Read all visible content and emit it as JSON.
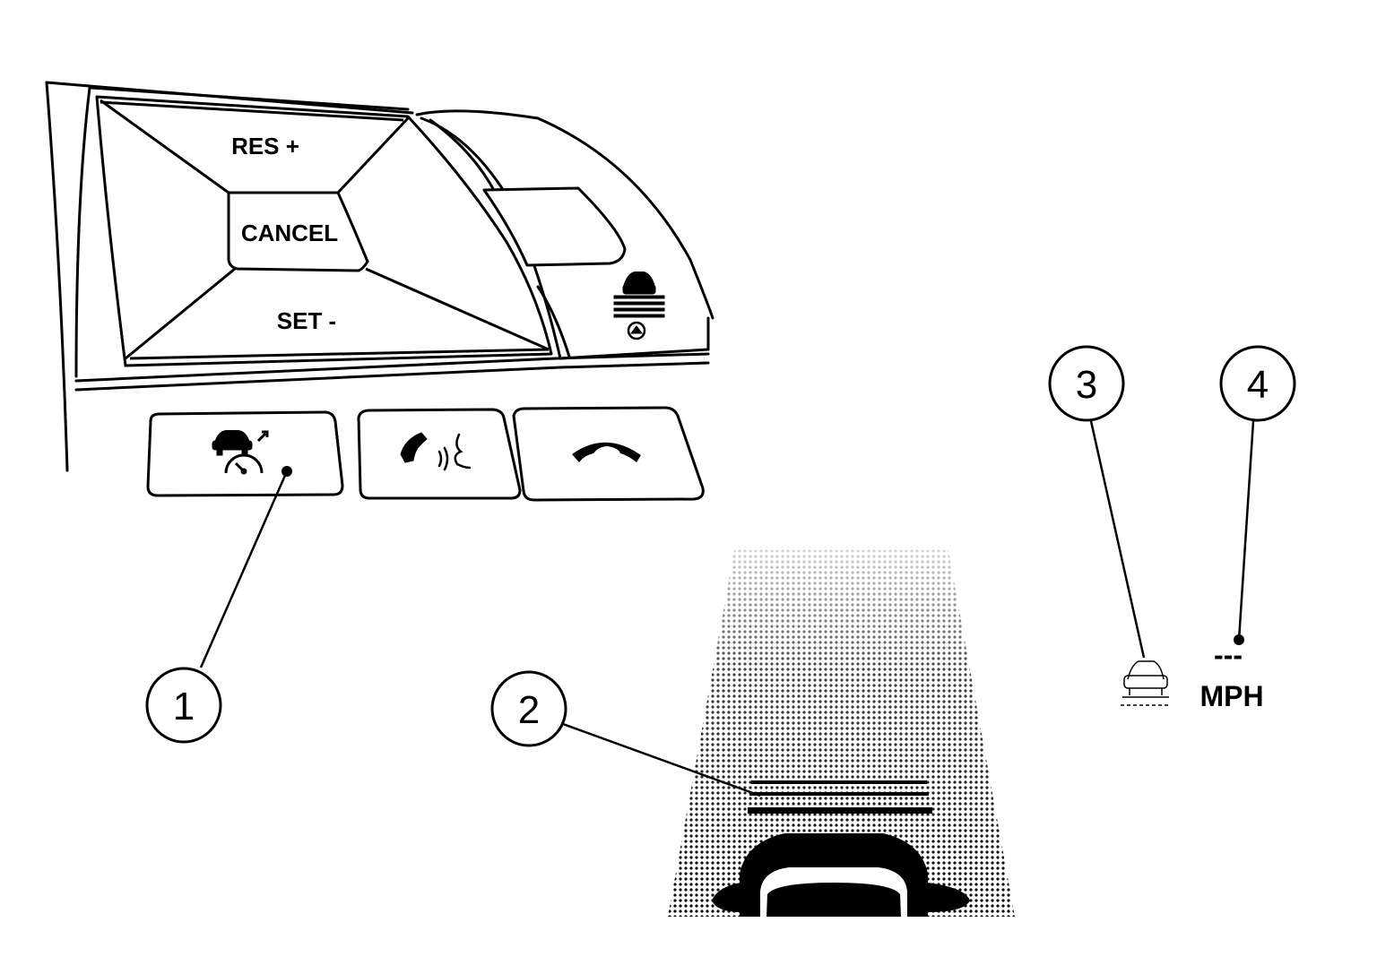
{
  "steering_controls": {
    "res_plus_label": "RES +",
    "cancel_label": "CANCEL",
    "set_minus_label": "SET -"
  },
  "callouts": [
    "1",
    "2",
    "3",
    "4"
  ],
  "hud": {
    "set_speed": "---",
    "unit": "MPH"
  },
  "icons": [
    "distance-cruise-icon",
    "adaptive-cruise-icon",
    "voice-call-icon",
    "hang-up-icon",
    "vehicle-ahead-icon",
    "gap-indicator-icon"
  ]
}
